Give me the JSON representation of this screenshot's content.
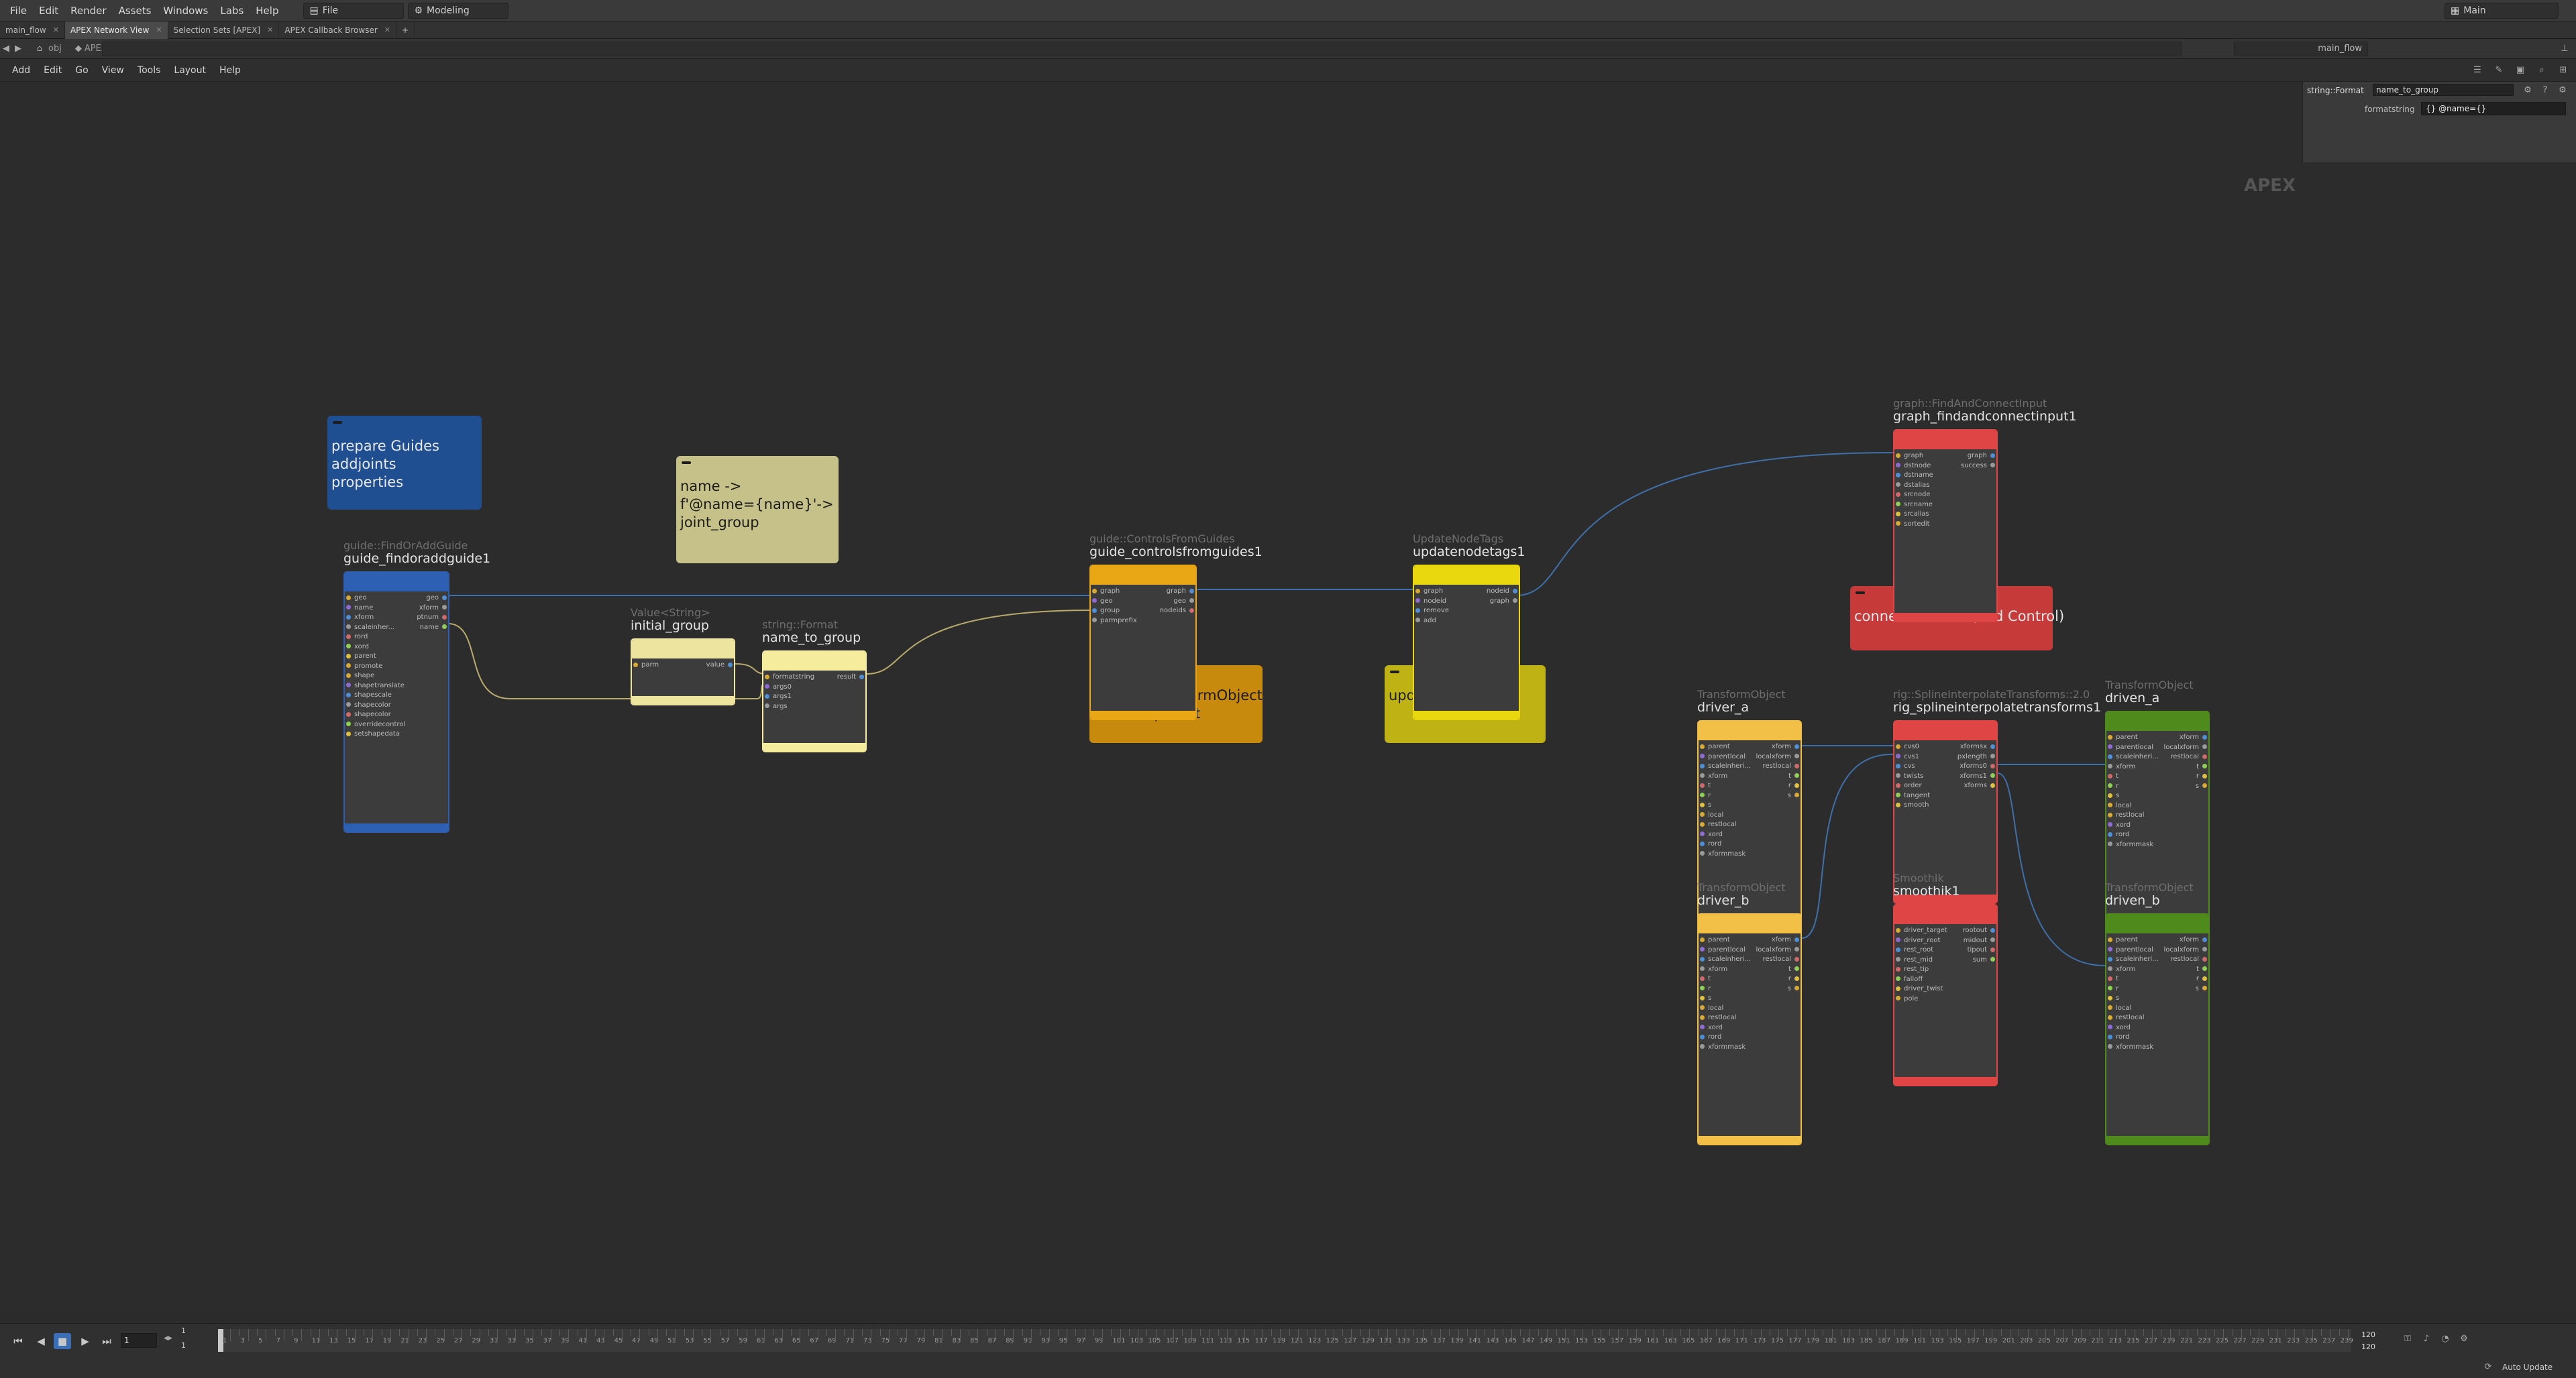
{
  "menubar": {
    "items": [
      "File",
      "Edit",
      "Render",
      "Assets",
      "Windows",
      "Labs",
      "Help"
    ],
    "file_dropdown": "File",
    "desktop_dropdown": "Modeling",
    "main_dropdown": "Main"
  },
  "tabs": [
    {
      "label": "main_flow",
      "active": false
    },
    {
      "label": "APEX Network View",
      "active": true
    },
    {
      "label": "Selection Sets [APEX]",
      "active": false
    },
    {
      "label": "APEX Callback Browser",
      "active": false
    }
  ],
  "pathbar": {
    "context": "obj",
    "node": "APEX_test",
    "right_path": "main_flow"
  },
  "netmenu": [
    "Add",
    "Edit",
    "Go",
    "View",
    "Tools",
    "Layout",
    "Help"
  ],
  "canvas_label": "APEX",
  "params": {
    "node_type": "string::Format",
    "node_name": "name_to_group",
    "param_label": "formatstring",
    "param_value": "{} @name={}"
  },
  "sticky_notes": [
    {
      "id": "prepare",
      "text": "prepare Guides\naddjoints\nproperties",
      "color": "#1f4f91"
    },
    {
      "id": "name",
      "text": "name ->\nf'@name={name}'->\njoint_group",
      "color": "#c6c188"
    },
    {
      "id": "update_to",
      "text": "update transformObject\nconnect parent",
      "color": "#c88a0c"
    },
    {
      "id": "update_tags",
      "text": "update tags",
      "color": "#bfb214"
    },
    {
      "id": "connect",
      "text": "connect children(add Control)",
      "color": "#c63a3a"
    }
  ],
  "nodes": [
    {
      "id": "findoraddguide",
      "type": "guide::FindOrAddGuide",
      "name": "guide_findoraddguide1",
      "color": "#2d5fb2",
      "inputs": [
        "geo",
        "name",
        "xform",
        "scaleinher...",
        "rord",
        "xord",
        "parent",
        "promote",
        "shape",
        "shapetranslate",
        "shapescale",
        "shapecolor",
        "shapecolor",
        "overridecontrol",
        "setshapedata"
      ],
      "outputs": [
        "geo",
        "xform",
        "ptnum",
        "name"
      ]
    },
    {
      "id": "initial_group",
      "type": "Value<String>",
      "name": "initial_group",
      "color": "#ede4a0",
      "inputs": [
        "parm"
      ],
      "outputs": [
        "value"
      ]
    },
    {
      "id": "name_to_group",
      "type": "string::Format",
      "name": "name_to_group",
      "color": "#f6ec9e",
      "inputs": [
        "formatstring",
        "args0",
        "args1",
        "args"
      ],
      "outputs": [
        "result"
      ]
    },
    {
      "id": "controls",
      "type": "guide::ControlsFromGuides",
      "name": "guide_controlsfromguides1",
      "color": "#e9a615",
      "inputs": [
        "graph",
        "geo",
        "group",
        "parmprefix"
      ],
      "outputs": [
        "graph",
        "geo",
        "nodeids"
      ]
    },
    {
      "id": "tags",
      "type": "UpdateNodeTags",
      "name": "updatenodetags1",
      "color": "#e8d80d",
      "inputs": [
        "graph",
        "nodeid",
        "remove",
        "add"
      ],
      "outputs": [
        "nodeid",
        "graph"
      ]
    },
    {
      "id": "findconnect",
      "type": "graph::FindAndConnectInput",
      "name": "graph_findandconnectinput1",
      "color": "#e04545",
      "inputs": [
        "graph",
        "dstnode",
        "dstname",
        "dstalias",
        "srcnode",
        "srcname",
        "srcalias",
        "sortedit"
      ],
      "outputs": [
        "graph",
        "success"
      ]
    },
    {
      "id": "driver_a",
      "type": "TransformObject",
      "name": "driver_a",
      "color": "#f3c047",
      "inputs": [
        "parent",
        "parentlocal",
        "scaleinheri...",
        "xform",
        "t",
        "r",
        "s",
        "local",
        "restlocal",
        "xord",
        "rord",
        "xformmask"
      ],
      "outputs": [
        "xform",
        "localxform",
        "restlocal",
        "t",
        "r",
        "s"
      ]
    },
    {
      "id": "spline",
      "type": "rig::SplineInterpolateTransforms::2.0",
      "name": "rig_splineinterpolatetransforms1",
      "color": "#e04545",
      "inputs": [
        "cvs0",
        "cvs1",
        "cvs",
        "twists",
        "order",
        "tangent",
        "smooth"
      ],
      "outputs": [
        "xformsx",
        "pxlength",
        "xforms0",
        "xforms1",
        "xforms"
      ]
    },
    {
      "id": "driven_a",
      "type": "TransformObject",
      "name": "driven_a",
      "color": "#4f8a1c",
      "inputs": [
        "parent",
        "parentlocal",
        "scaleinheri...",
        "xform",
        "t",
        "r",
        "s",
        "local",
        "restlocal",
        "xord",
        "rord",
        "xformmask"
      ],
      "outputs": [
        "xform",
        "localxform",
        "restlocal",
        "t",
        "r",
        "s"
      ]
    },
    {
      "id": "driver_b",
      "type": "TransformObject",
      "name": "driver_b",
      "color": "#f3c047",
      "inputs": [
        "parent",
        "parentlocal",
        "scaleinheri...",
        "xform",
        "t",
        "r",
        "s",
        "local",
        "restlocal",
        "xord",
        "rord",
        "xformmask"
      ],
      "outputs": [
        "xform",
        "localxform",
        "restlocal",
        "t",
        "r",
        "s"
      ]
    },
    {
      "id": "smoothik",
      "type": "SmoothIk",
      "name": "smoothik1",
      "color": "#e04545",
      "inputs": [
        "driver_target",
        "driver_root",
        "rest_root",
        "rest_mid",
        "rest_tip",
        "falloff",
        "driver_twist",
        "pole"
      ],
      "outputs": [
        "rootout",
        "midout",
        "tipout",
        "sum"
      ]
    },
    {
      "id": "driven_b",
      "type": "TransformObject",
      "name": "driven_b",
      "color": "#4f8a1c",
      "inputs": [
        "parent",
        "parentlocal",
        "scaleinheri...",
        "xform",
        "t",
        "r",
        "s",
        "local",
        "restlocal",
        "xord",
        "rord",
        "xformmask"
      ],
      "outputs": [
        "xform",
        "localxform",
        "restlocal",
        "t",
        "r",
        "s"
      ]
    }
  ],
  "timeline": {
    "current_frame": "1",
    "start": "1",
    "start2": "1",
    "end": "120",
    "end2": "120",
    "first": 1,
    "last": 240,
    "auto_update": "Auto Update"
  }
}
